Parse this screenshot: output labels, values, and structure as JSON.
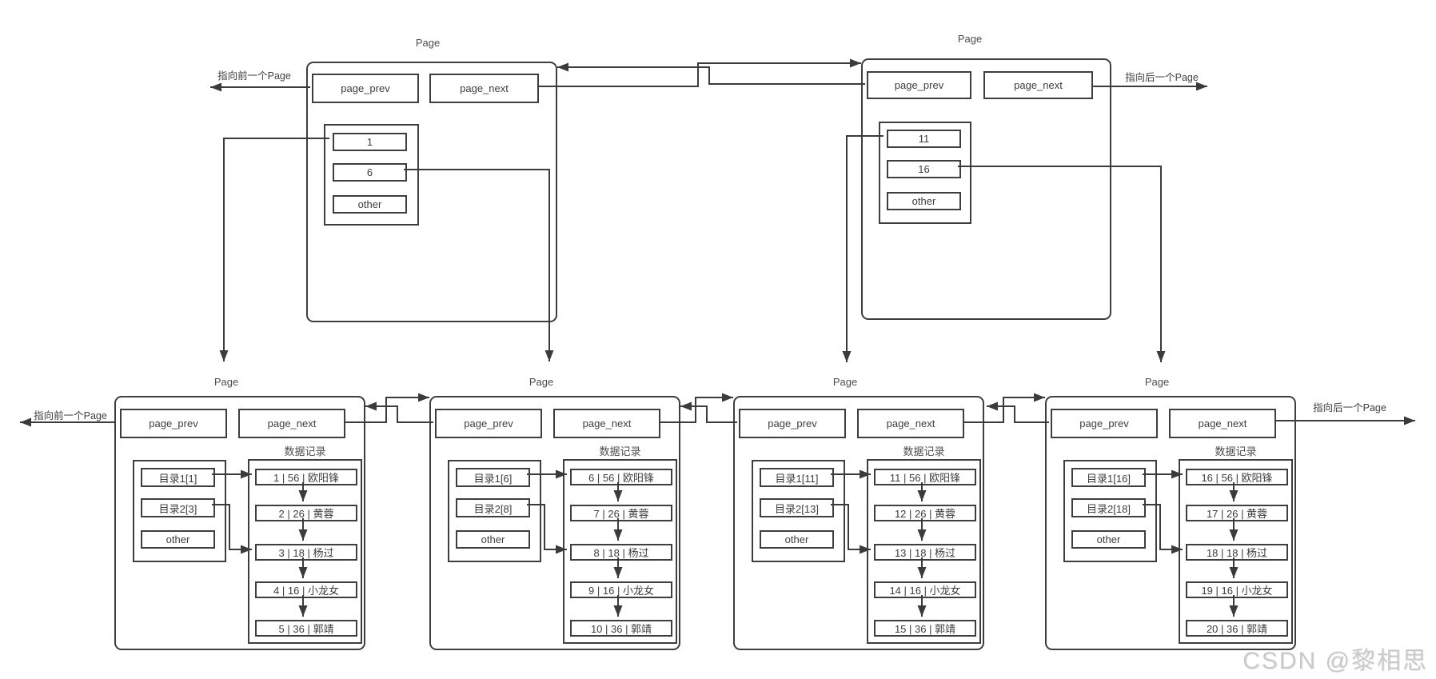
{
  "watermark": "CSDN @黎相思",
  "edge_labels": {
    "prev_top": "指向前一个Page",
    "next_top": "指向后一个Page",
    "prev_bottom": "指向前一个Page",
    "next_bottom": "指向后一个Page"
  },
  "top_pages": [
    {
      "title": "Page",
      "page_prev_label": "page_prev",
      "page_next_label": "page_next",
      "directory": [
        "1",
        "6",
        "other"
      ]
    },
    {
      "title": "Page",
      "page_prev_label": "page_prev",
      "page_next_label": "page_next",
      "directory": [
        "11",
        "16",
        "other"
      ]
    }
  ],
  "bottom_pages": [
    {
      "title": "Page",
      "page_prev_label": "page_prev",
      "page_next_label": "page_next",
      "records_title": "数据记录",
      "directory": [
        "目录1[1]",
        "目录2[3]",
        "other"
      ],
      "records": [
        "1 | 56 | 欧阳锋",
        "2 | 26 | 黄蓉",
        "3 | 18 | 杨过",
        "4 | 16 | 小龙女",
        "5 | 36 | 郭靖"
      ]
    },
    {
      "title": "Page",
      "page_prev_label": "page_prev",
      "page_next_label": "page_next",
      "records_title": "数据记录",
      "directory": [
        "目录1[6]",
        "目录2[8]",
        "other"
      ],
      "records": [
        "6 | 56 | 欧阳锋",
        "7 | 26 | 黄蓉",
        "8 | 18 | 杨过",
        "9 | 16 | 小龙女",
        "10 | 36 | 郭靖"
      ]
    },
    {
      "title": "Page",
      "page_prev_label": "page_prev",
      "page_next_label": "page_next",
      "records_title": "数据记录",
      "directory": [
        "目录1[11]",
        "目录2[13]",
        "other"
      ],
      "records": [
        "11 | 56 | 欧阳锋",
        "12 | 26 | 黄蓉",
        "13 | 18 | 杨过",
        "14 | 16 | 小龙女",
        "15 | 36 | 郭靖"
      ]
    },
    {
      "title": "Page",
      "page_prev_label": "page_prev",
      "page_next_label": "page_next",
      "records_title": "数据记录",
      "directory": [
        "目录1[16]",
        "目录2[18]",
        "other"
      ],
      "records": [
        "16 | 56 | 欧阳锋",
        "17 | 26 | 黄蓉",
        "18 | 18 | 杨过",
        "19 | 16 | 小龙女",
        "20 | 36 | 郭靖"
      ]
    }
  ],
  "colors": {
    "line": "#3b3b3b",
    "text": "#3d3d3d",
    "watermark": "#c9c9c9",
    "background": "#ffffff"
  }
}
